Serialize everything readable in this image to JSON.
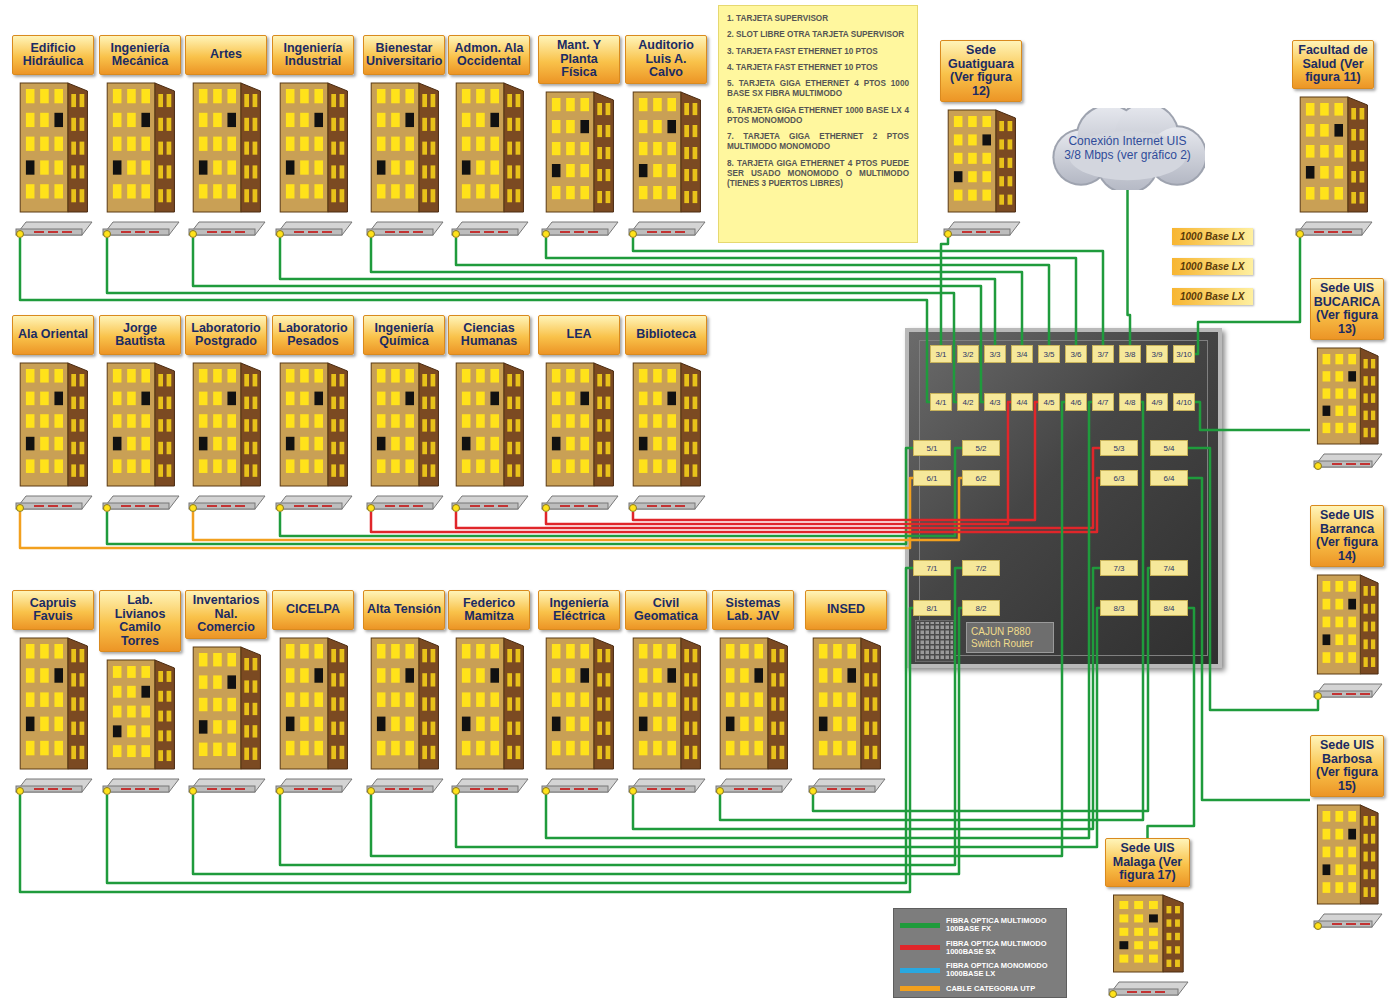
{
  "diagram": {
    "nodes": [
      {
        "text": [
          "Edificio Hidráulica"
        ]
      },
      {
        "text": [
          "Ingeniería Mecánica"
        ]
      },
      {
        "text": [
          "Artes"
        ]
      },
      {
        "text": [
          "Ingeniería Industrial"
        ]
      },
      {
        "text": [
          "Bienestar Universitario"
        ]
      },
      {
        "text": [
          "Admon. Ala Occidental"
        ]
      },
      {
        "text": [
          "Mant. Y Planta Física"
        ]
      },
      {
        "text": [
          "Auditorio Luis A. Calvo"
        ]
      },
      {
        "text": [
          "1. TARJETA SUPERVISOR",
          "2. SLOT LIBRE OTRA TARJETA SUPERVISOR",
          "3. TARJETA FAST ETHERNET 10 PTOS",
          "4. TARJETA FAST ETHERNET 10 PTOS",
          "5. TARJETA GIGA ETHERNET 4 PTOS 1000 BASE SX FIBRA MULTIMODO",
          "6. TARJETA GIGA ETHERNET 1000 BASE LX 4 PTOS MONOMODO",
          "7. TARJETA GIGA ETHERNET 2 PTOS MULTIMODO MONOMODO",
          "8. TARJETA GIGA ETHERNET 4 PTOS PUEDE SER USADO MONOMODO O MULTIMODO (TIENES 3 PUERTOS LIBRES)"
        ]
      },
      {
        "text": [
          "Sede Guatiguara (Ver figura 12)"
        ]
      },
      {
        "text": [
          "Conexión Internet UIS 3/8 Mbps (ver gráfico 2)"
        ]
      },
      {
        "text": [
          "Facultad de Salud (Ver figura 11)"
        ]
      },
      {
        "text": [
          "Ala Oriental"
        ]
      },
      {
        "text": [
          "Jorge Bautista"
        ]
      },
      {
        "text": [
          "Laboratorio Postgrado"
        ]
      },
      {
        "text": [
          "Laboratorio Pesados"
        ]
      },
      {
        "text": [
          "Ingeniería Química"
        ]
      },
      {
        "text": [
          "Ciencias Humanas"
        ]
      },
      {
        "text": [
          "LEA"
        ]
      },
      {
        "text": [
          "Biblioteca"
        ]
      },
      {
        "text": [
          "Sede UIS BUCARICA (Ver figura 13)"
        ]
      },
      {
        "text": [
          "CAJUN P880 Switch Router"
        ]
      },
      {
        "text": [
          "3/1"
        ],
        "in": 21
      },
      {
        "text": [
          "3/2"
        ],
        "in": 21
      },
      {
        "text": [
          "3/3"
        ],
        "in": 21
      },
      {
        "text": [
          "3/4"
        ],
        "in": 21
      },
      {
        "text": [
          "3/5"
        ],
        "in": 21
      },
      {
        "text": [
          "3/6"
        ],
        "in": 21
      },
      {
        "text": [
          "3/7"
        ],
        "in": 21
      },
      {
        "text": [
          "3/8"
        ],
        "in": 21
      },
      {
        "text": [
          "3/9"
        ],
        "in": 21
      },
      {
        "text": [
          "3/10"
        ],
        "in": 21
      },
      {
        "text": [
          "4/1"
        ],
        "in": 21
      },
      {
        "text": [
          "4/2"
        ],
        "in": 21
      },
      {
        "text": [
          "4/3"
        ],
        "in": 21
      },
      {
        "text": [
          "4/4"
        ],
        "in": 21
      },
      {
        "text": [
          "4/5"
        ],
        "in": 21
      },
      {
        "text": [
          "4/6"
        ],
        "in": 21
      },
      {
        "text": [
          "4/7"
        ],
        "in": 21
      },
      {
        "text": [
          "4/8"
        ],
        "in": 21
      },
      {
        "text": [
          "4/9"
        ],
        "in": 21
      },
      {
        "text": [
          "4/10"
        ],
        "in": 21
      },
      {
        "text": [
          "5/1"
        ],
        "in": 21
      },
      {
        "text": [
          "5/2"
        ],
        "in": 21
      },
      {
        "text": [
          "5/3"
        ],
        "in": 21
      },
      {
        "text": [
          "5/4"
        ],
        "in": 21
      },
      {
        "text": [
          "6/1"
        ],
        "in": 21
      },
      {
        "text": [
          "6/2"
        ],
        "in": 21
      },
      {
        "text": [
          "6/3"
        ],
        "in": 21
      },
      {
        "text": [
          "6/4"
        ],
        "in": 21
      },
      {
        "text": [
          "7/1"
        ],
        "in": 21
      },
      {
        "text": [
          "7/2"
        ],
        "in": 21
      },
      {
        "text": [
          "7/3"
        ],
        "in": 21
      },
      {
        "text": [
          "7/4"
        ],
        "in": 21
      },
      {
        "text": [
          "8/1"
        ],
        "in": 21
      },
      {
        "text": [
          "8/2"
        ],
        "in": 21
      },
      {
        "text": [
          "8/3"
        ],
        "in": 21
      },
      {
        "text": [
          "8/4"
        ],
        "in": 21
      },
      {
        "text": [
          "Sede UIS Barranca (Ver figura 14)"
        ]
      },
      {
        "text": [
          "Capruis Favuis"
        ]
      },
      {
        "text": [
          "Lab. Livianos Camilo Torres"
        ]
      },
      {
        "text": [
          "Inventarios Nal. Comercio"
        ]
      },
      {
        "text": [
          "CICELPA"
        ]
      },
      {
        "text": [
          "Alta Tensión"
        ]
      },
      {
        "text": [
          "Federico Mamitza"
        ]
      },
      {
        "text": [
          "Ingeniería Eléctrica"
        ]
      },
      {
        "text": [
          "Civil Geomatica"
        ]
      },
      {
        "text": [
          "Sistemas Lab. JAV"
        ]
      },
      {
        "text": [
          "INSED"
        ]
      },
      {
        "text": [
          "Sede UIS Barbosa (Ver figura 15)"
        ]
      },
      {
        "text": [
          "Sede UIS Malaga (Ver figura 17)"
        ]
      }
    ],
    "edges": [
      {
        "from": 0,
        "to": 32,
        "arrow": "none"
      },
      {
        "from": 1,
        "to": 33,
        "arrow": "none"
      },
      {
        "from": 2,
        "to": 34,
        "arrow": "none"
      },
      {
        "from": 3,
        "to": 24,
        "arrow": "none"
      },
      {
        "from": 4,
        "to": 25,
        "arrow": "none"
      },
      {
        "from": 5,
        "to": 26,
        "arrow": "none"
      },
      {
        "from": 6,
        "to": 27,
        "arrow": "none"
      },
      {
        "from": 7,
        "to": 28,
        "arrow": "none"
      },
      {
        "from": 9,
        "to": 22,
        "arrow": "none"
      },
      {
        "from": 10,
        "to": 29,
        "arrow": "none"
      },
      {
        "from": 11,
        "to": 31,
        "arrow": "none"
      },
      {
        "from": 12,
        "to": 46,
        "arrow": "none"
      },
      {
        "from": 13,
        "to": 42,
        "arrow": "none"
      },
      {
        "from": 14,
        "to": 47,
        "arrow": "none"
      },
      {
        "from": 15,
        "to": 43,
        "arrow": "none"
      },
      {
        "from": 16,
        "to": 48,
        "arrow": "none"
      },
      {
        "from": 17,
        "to": 44,
        "arrow": "none"
      },
      {
        "from": 18,
        "to": 35,
        "arrow": "none"
      },
      {
        "from": 19,
        "to": 36,
        "arrow": "none"
      },
      {
        "from": 20,
        "to": 41,
        "arrow": "none"
      },
      {
        "from": 58,
        "to": 45,
        "arrow": "none"
      },
      {
        "from": 59,
        "to": 54,
        "arrow": "none"
      },
      {
        "from": 60,
        "to": 50,
        "arrow": "none"
      },
      {
        "from": 61,
        "to": 55,
        "arrow": "none"
      },
      {
        "from": 62,
        "to": 51,
        "arrow": "none"
      },
      {
        "from": 63,
        "to": 37,
        "arrow": "none"
      },
      {
        "from": 64,
        "to": 56,
        "arrow": "none"
      },
      {
        "from": 65,
        "to": 38,
        "arrow": "none"
      },
      {
        "from": 66,
        "to": 52,
        "arrow": "none"
      },
      {
        "from": 67,
        "to": 39,
        "arrow": "none"
      },
      {
        "from": 68,
        "to": 53,
        "arrow": "none"
      },
      {
        "from": 69,
        "to": 49,
        "arrow": "none"
      },
      {
        "from": 70,
        "to": 57,
        "arrow": "none"
      }
    ],
    "labels": [
      "1000 Base LX",
      "1000 Base LX",
      "1000 Base LX"
    ],
    "legend": [
      {
        "text": "FIBRA OPTICA MULTIMODO 100BASE FX",
        "color": "#1f9b3c"
      },
      {
        "text": "FIBRA OPTICA MULTIMODO 1000BASE SX",
        "color": "#e0262a"
      },
      {
        "text": "FIBRA OPTICA MONOMODO 1000BASE LX",
        "color": "#29a8e0"
      },
      {
        "text": "CABLE CATEGORIA UTP",
        "color": "#f2a01e"
      }
    ]
  }
}
